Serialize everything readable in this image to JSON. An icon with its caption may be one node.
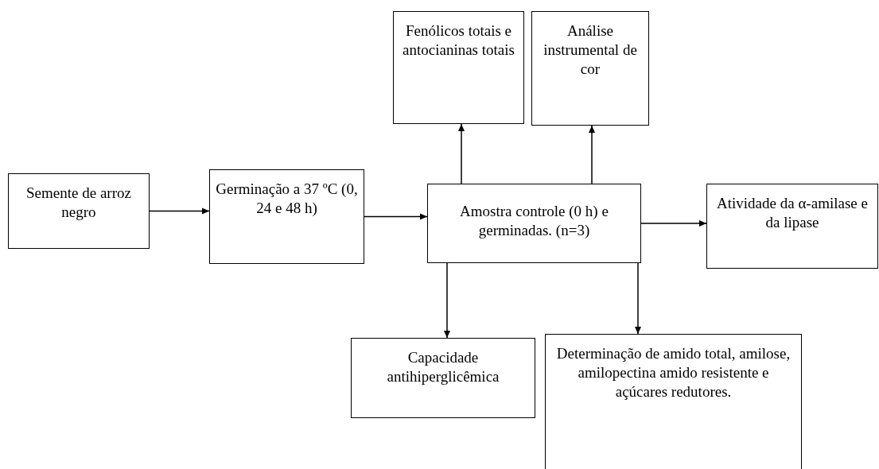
{
  "diagram": {
    "nodes": [
      {
        "text": [
          "Semente de arroz negro"
        ]
      },
      {
        "text": [
          "Germinação a 37 ºC (0, 24 e 48 h)"
        ]
      },
      {
        "text": [
          "Amostra controle (0 h) e germinadas. (n=3)"
        ]
      },
      {
        "text": [
          "Fenólicos totais e antocianinas totais"
        ]
      },
      {
        "text": [
          "Análise instrumental de cor"
        ]
      },
      {
        "text": [
          "Atividade da α-amilase e da lipase"
        ]
      },
      {
        "text": [
          "Capacidade antihiperglicêmica"
        ]
      },
      {
        "text": [
          "Determinação de amido total, amilose, amilopectina amido resistente e açúcares redutores."
        ]
      }
    ],
    "edges": [
      {
        "from": 0,
        "to": 1,
        "arrow": "to"
      },
      {
        "from": 1,
        "to": 2,
        "arrow": "to"
      },
      {
        "from": 2,
        "to": 3,
        "arrow": "to"
      },
      {
        "from": 2,
        "to": 4,
        "arrow": "to"
      },
      {
        "from": 2,
        "to": 5,
        "arrow": "to"
      },
      {
        "from": 2,
        "to": 6,
        "arrow": "to"
      },
      {
        "from": 2,
        "to": 7,
        "arrow": "to"
      }
    ]
  }
}
